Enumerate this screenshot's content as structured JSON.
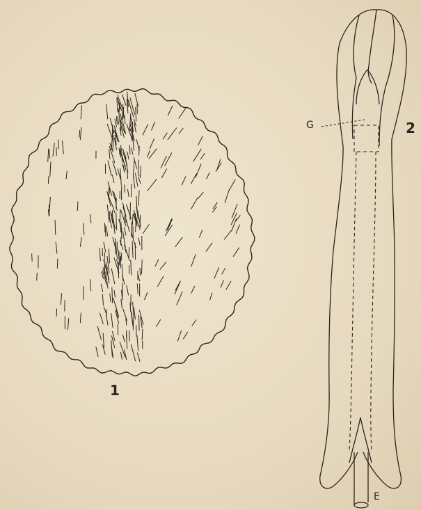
{
  "figures": [
    {
      "id": "1",
      "number": "1"
    },
    {
      "id": "2",
      "number": "2"
    }
  ],
  "annotations": {
    "g": "G",
    "e": "E"
  },
  "colors": {
    "paper": "#e9dcc3",
    "ink": "#2a241c"
  }
}
